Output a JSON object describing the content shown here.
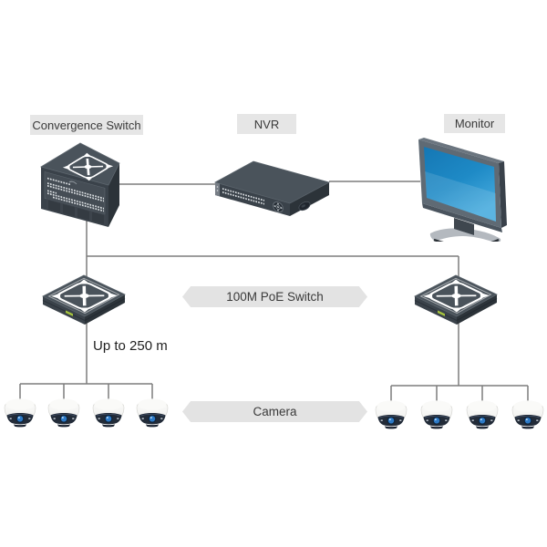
{
  "labels": {
    "convergence_switch": "Convergence Switch",
    "nvr": "NVR",
    "monitor": "Monitor"
  },
  "banners": {
    "poe_switch": "100M PoE Switch",
    "camera": "Camera"
  },
  "annotations": {
    "distance": "Up to 250 m"
  },
  "devices": {
    "poe_switch_count": 2,
    "cameras": {
      "left_count": 4,
      "right_count": 4
    }
  },
  "icons": {
    "switch_top": "four-way-arrows"
  },
  "colors": {
    "background": "#ffffff",
    "label_bg": "#e6e6e6",
    "banner_bg": "#e3e3e3",
    "label_text": "#3a3a3a",
    "annotation_text": "#1f1f1f",
    "connector": "#7d7d7d",
    "device_top": "#4a535b",
    "device_front": "#3a424a",
    "device_side": "#2c3339",
    "screen_blue": "#1e8ac6",
    "led_green": "#a6c43d",
    "lens_blue": "#2d7ac7",
    "camera_body": "#f4f4f2",
    "camera_band": "#222b38"
  }
}
